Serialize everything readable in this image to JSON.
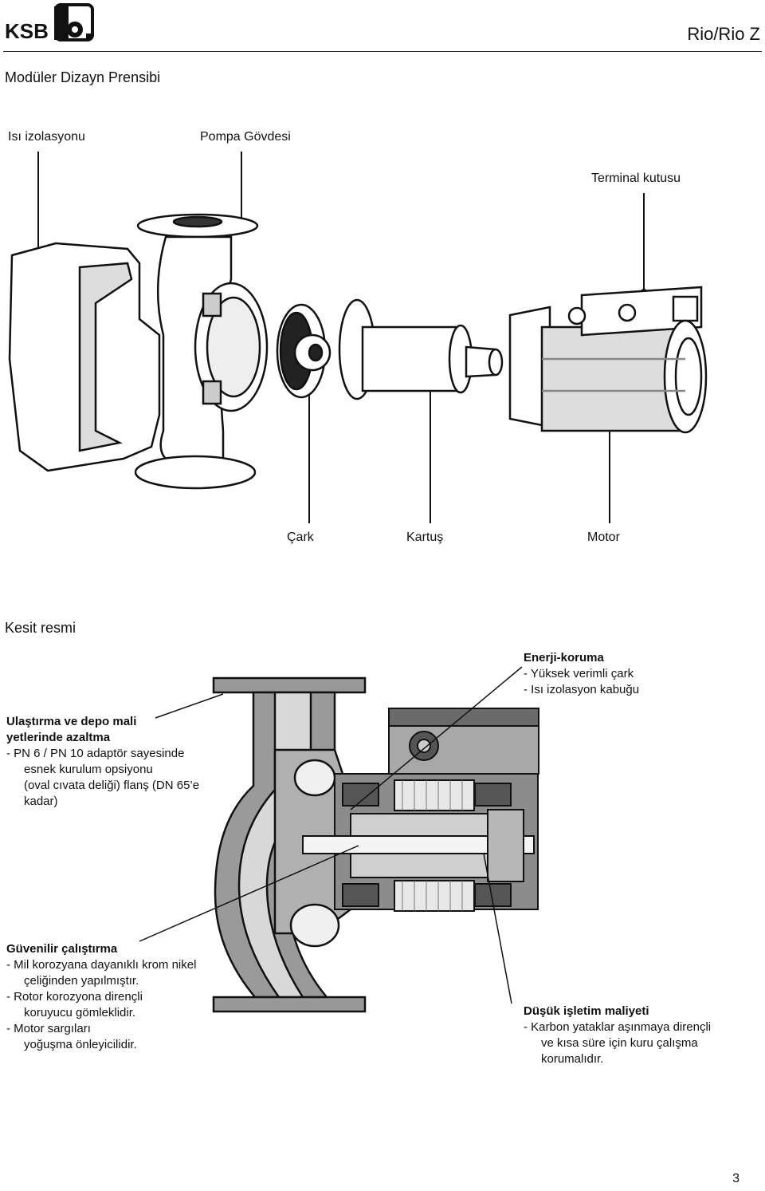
{
  "header": {
    "logo_text": "KSB",
    "logo_mark": "b.",
    "document_title": "Rio/Rio Z"
  },
  "modular": {
    "title": "Modüler Dizayn Prensibi",
    "labels": {
      "insulation": "Isı izolasyonu",
      "pump_body": "Pompa Gövdesi",
      "terminal_box": "Terminal kutusu",
      "impeller": "Çark",
      "cartridge": "Kartuş",
      "motor": "Motor"
    }
  },
  "section": {
    "title": "Kesit resmi",
    "energy": {
      "title": "Enerji-koruma",
      "items": [
        "- Yüksek verimli çark",
        "- Isı izolasyon kabuğu"
      ]
    },
    "transport": {
      "title_1": "Ulaştırma ve depo mali",
      "title_2": "yetlerinde azaltma",
      "lines": [
        "- PN 6 / PN 10 adaptör sayesinde",
        "esnek kurulum opsiyonu",
        "(oval cıvata deliği) flanş (DN 65’e",
        "kadar)"
      ]
    },
    "reliable": {
      "title": "Güvenilir çalıştırma",
      "lines": [
        "- Mil korozyana dayanıklı krom nikel",
        "çeliğinden yapılmıştır.",
        "- Rotor korozyona dirençli",
        "koruyucu gömleklidir.",
        "- Motor sargıları",
        "yoğuşma önleyicilidir."
      ]
    },
    "low_cost": {
      "title": "Düşük işletim maliyeti",
      "lines": [
        "- Karbon yataklar aşınmaya dirençli",
        "ve kısa süre için kuru çalışma",
        "korumalıdır."
      ]
    }
  },
  "footer": {
    "page_number": "3"
  }
}
